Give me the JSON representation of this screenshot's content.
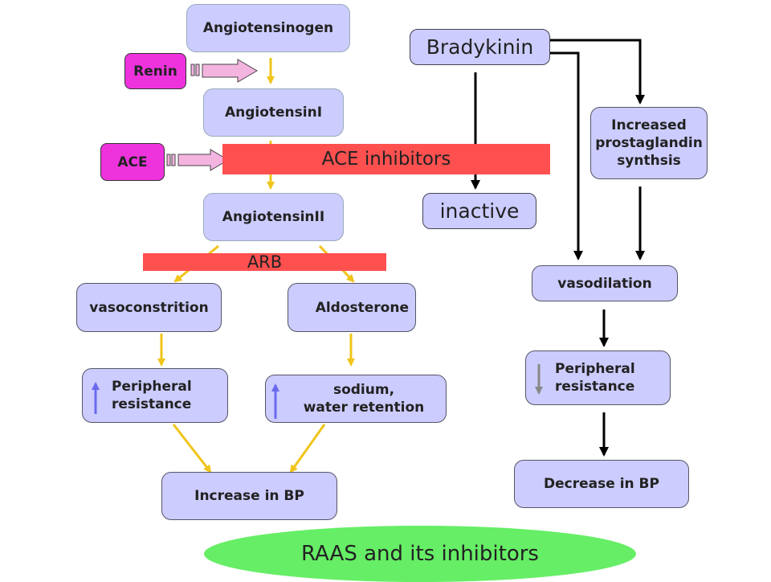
{
  "nodes": {
    "angiotensinogen": "Angiotensinogen",
    "angiotensin_1": "AngiotensinI",
    "angiotensin_2": "AngiotensinII",
    "vasoconstriction": "vasoconstrition",
    "aldosterone": "Aldosterone",
    "peripheral_resistance_up": "Peripheral\nresistance",
    "sodium_water_retention": "sodium,\nwater retention",
    "increase_bp": "Increase in BP",
    "bradykinin": "Bradykinin",
    "inactive": "inactive",
    "prostaglandin": "Increased\nprostaglandin\nsynthsis",
    "vasodilation": "vasodilation",
    "peripheral_resistance_down": "Peripheral\nresistance",
    "decrease_bp": "Decrease in BP"
  },
  "enzymes": {
    "renin": "Renin",
    "ace": "ACE"
  },
  "inhibitors": {
    "ace_inhibitors": "ACE inhibitors",
    "arb": "ARB"
  },
  "footer": {
    "title": "RAAS and its inhibitors"
  },
  "colors": {
    "node_fill": "#ccccff",
    "enzyme_fill": "#ee33dd",
    "inhibitor_band": "#ff5050",
    "arrow_yellow": "#f0c419",
    "arrow_black": "#000000",
    "footer_oval": "#66ee66",
    "arrow_up_blue": "#6a6aee",
    "arrow_down_gray": "#888888",
    "block_arrow_fill": "#f4b4e0"
  },
  "icons": {
    "renin_arrow": "block-arrow-right-icon",
    "ace_arrow": "block-arrow-right-icon",
    "increase_marker": "arrow-up-icon",
    "decrease_marker": "arrow-down-icon"
  }
}
